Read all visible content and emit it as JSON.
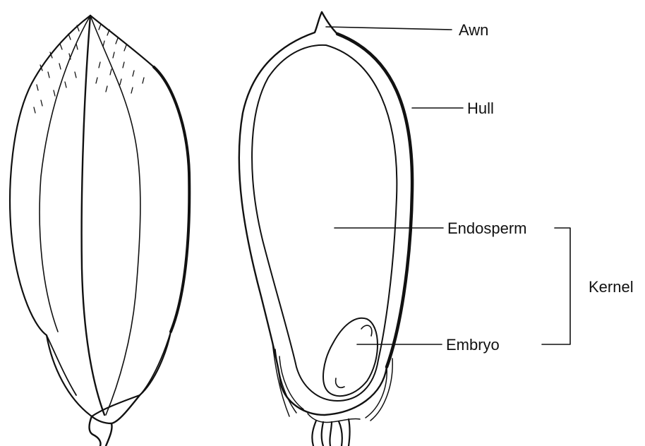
{
  "labels": {
    "awn": "Awn",
    "hull": "Hull",
    "endosperm": "Endosperm",
    "embryo": "Embryo",
    "kernel": "Kernel"
  },
  "colors": {
    "ink": "#111111",
    "background": "#ffffff"
  }
}
